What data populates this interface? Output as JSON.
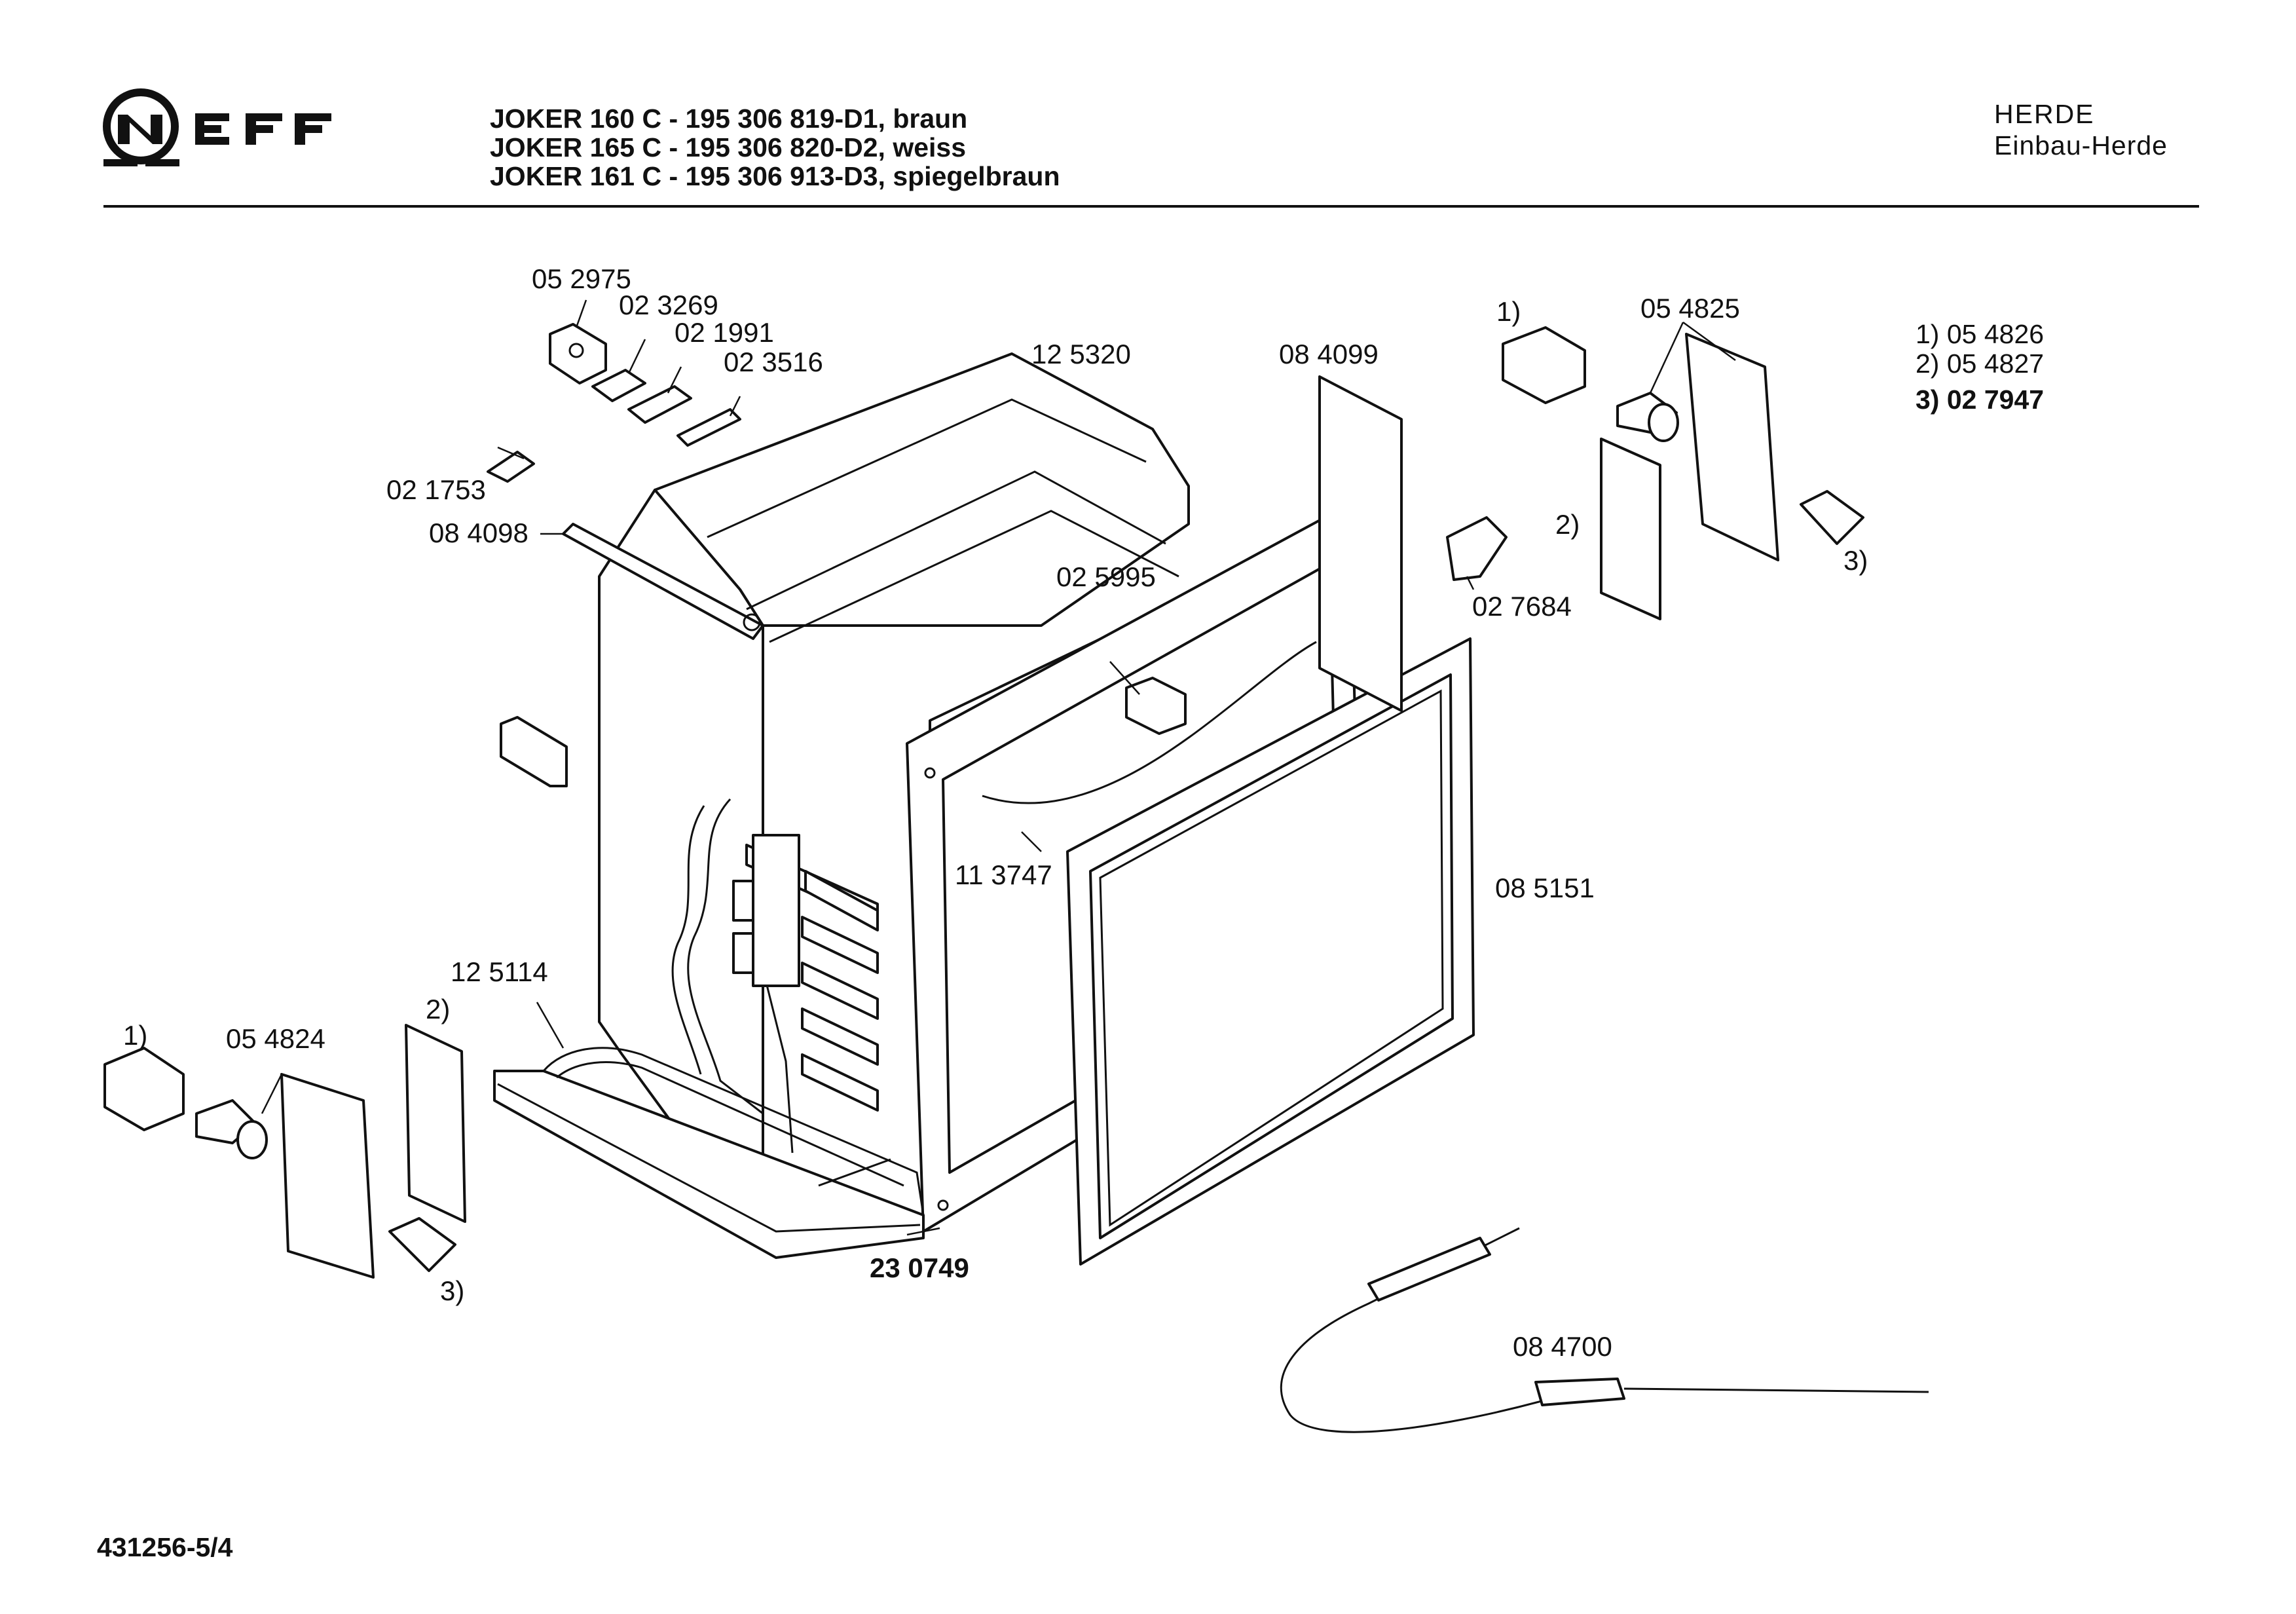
{
  "brand": {
    "logo_text": "NEFF"
  },
  "models": [
    "JOKER 160 C - 195 306 819-D1, braun",
    "JOKER 165 C - 195 306 820-D2, weiss",
    "JOKER 161 C - 195 306 913-D3, spiegelbraun"
  ],
  "category": {
    "title": "HERDE",
    "subtitle": "Einbau-Herde"
  },
  "footer": {
    "doc_number": "431256-5/4"
  },
  "legend": [
    "1) 05 4826",
    "2) 05 4827",
    "3) 02 7947"
  ],
  "labels": {
    "p052975": "05 2975",
    "p023269": "02 3269",
    "p021991": "02 1991",
    "p023516": "02 3516",
    "p021753": "02 1753",
    "p084098": "08 4098",
    "p125320": "12 5320",
    "p084099": "08 4099",
    "p025995": "02 5995",
    "p113747": "11 3747",
    "p085151": "08 5151",
    "p125114": "12 5114",
    "p230749": "23 0749",
    "p084700": "08 4700",
    "p054825": "05 4825",
    "p027684": "02 7684",
    "p054824": "05 4824",
    "r1_right": "1)",
    "r2_right": "2)",
    "r3_right": "3)",
    "r1_left": "1)",
    "r2_left": "2)",
    "r3_left": "3)"
  }
}
